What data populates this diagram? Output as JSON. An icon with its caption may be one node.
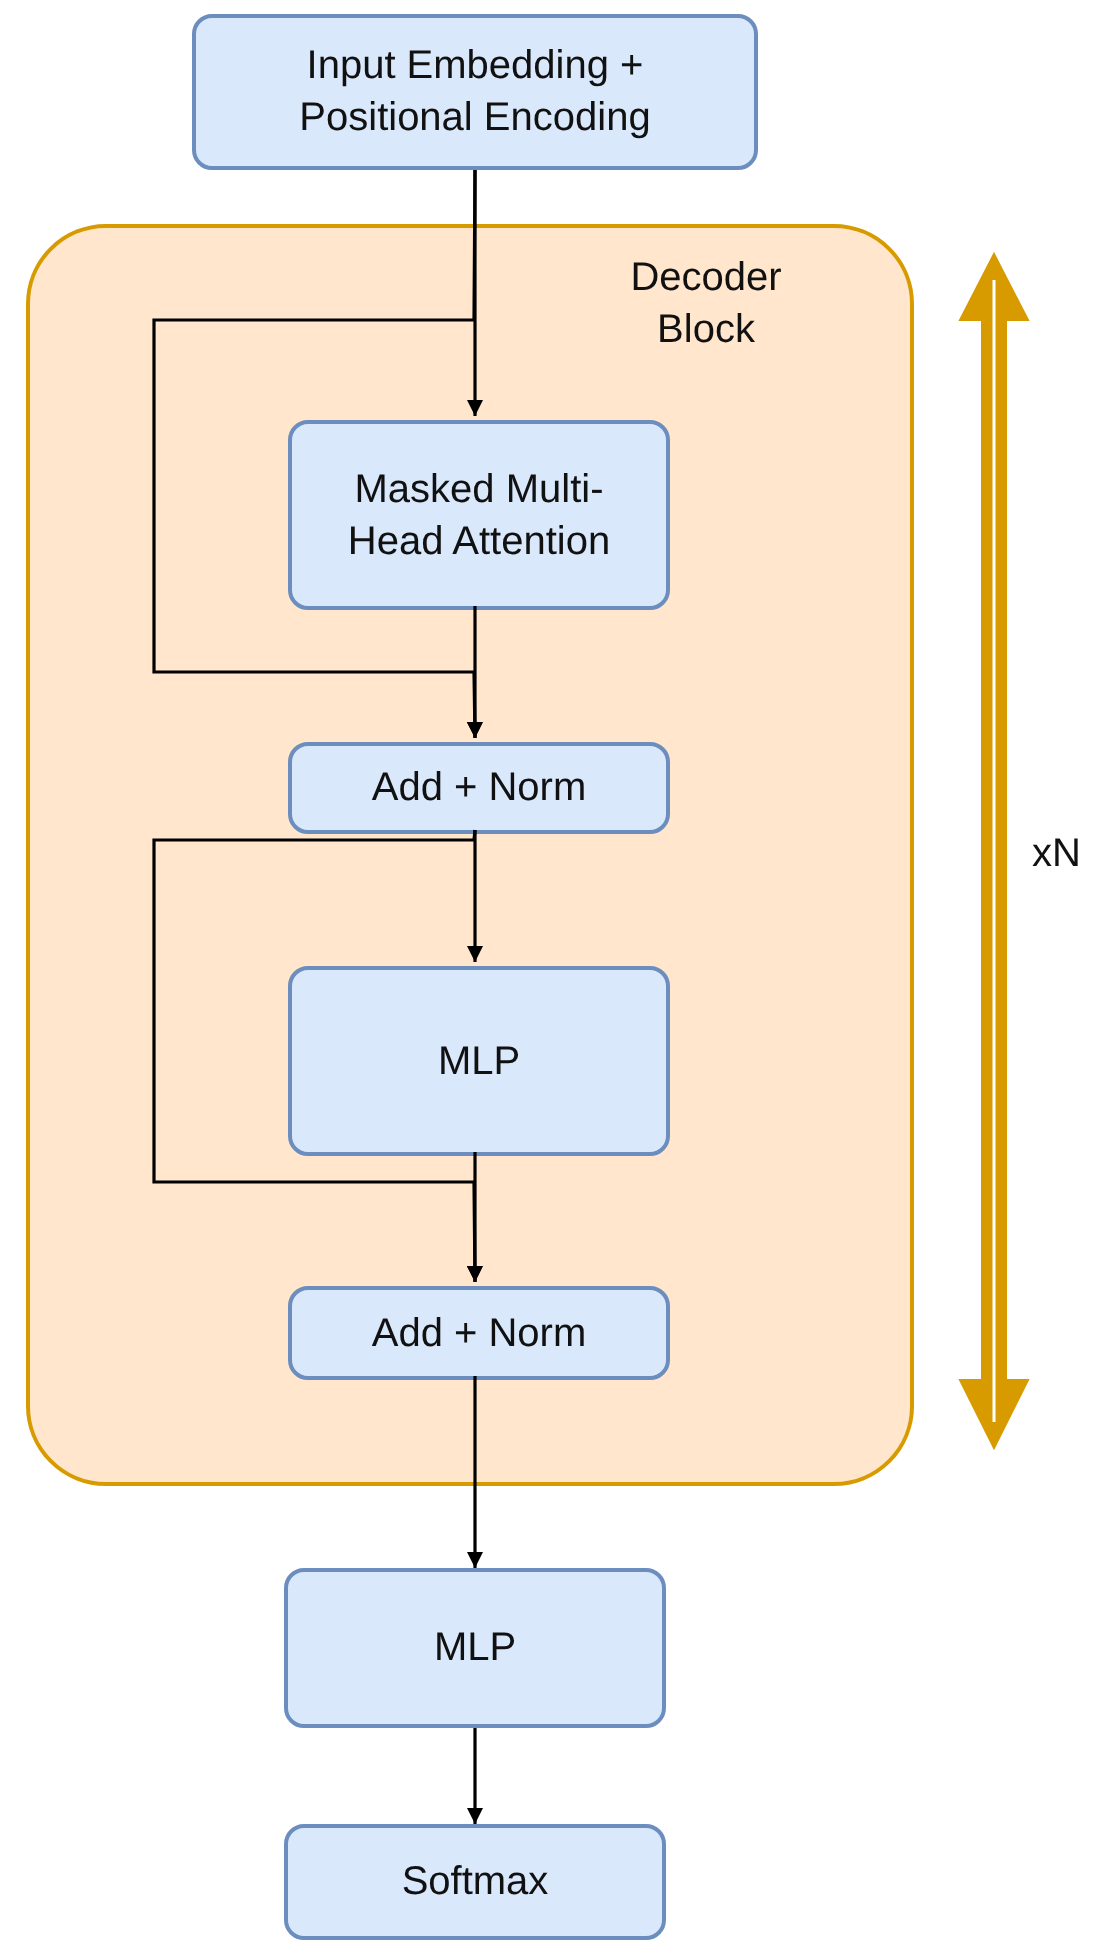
{
  "diagram": {
    "nodes": [
      {
        "text": [
          "Input Embedding + Positional Encoding"
        ]
      },
      {
        "text": [
          "Decoder Block"
        ]
      },
      {
        "text": [
          "Masked Multi-Head Attention"
        ],
        "in": 1
      },
      {
        "text": [
          "Add + Norm"
        ],
        "in": 1
      },
      {
        "text": [
          "MLP"
        ],
        "in": 1
      },
      {
        "text": [
          "Add + Norm"
        ],
        "in": 1
      },
      {
        "text": [
          "MLP"
        ]
      },
      {
        "text": [
          "Softmax"
        ]
      }
    ],
    "edges": [
      {
        "from": 0,
        "to": 2,
        "arrow": "to"
      },
      {
        "from": 0,
        "to": 3,
        "arrow": "to"
      },
      {
        "from": 2,
        "to": 3,
        "arrow": "to"
      },
      {
        "from": 3,
        "to": 4,
        "arrow": "to"
      },
      {
        "from": 3,
        "to": 5,
        "arrow": "to"
      },
      {
        "from": 4,
        "to": 5,
        "arrow": "to"
      },
      {
        "from": 5,
        "to": 6,
        "arrow": "to"
      },
      {
        "from": 6,
        "to": 7,
        "arrow": "to"
      }
    ],
    "labels": [
      "xN"
    ]
  }
}
